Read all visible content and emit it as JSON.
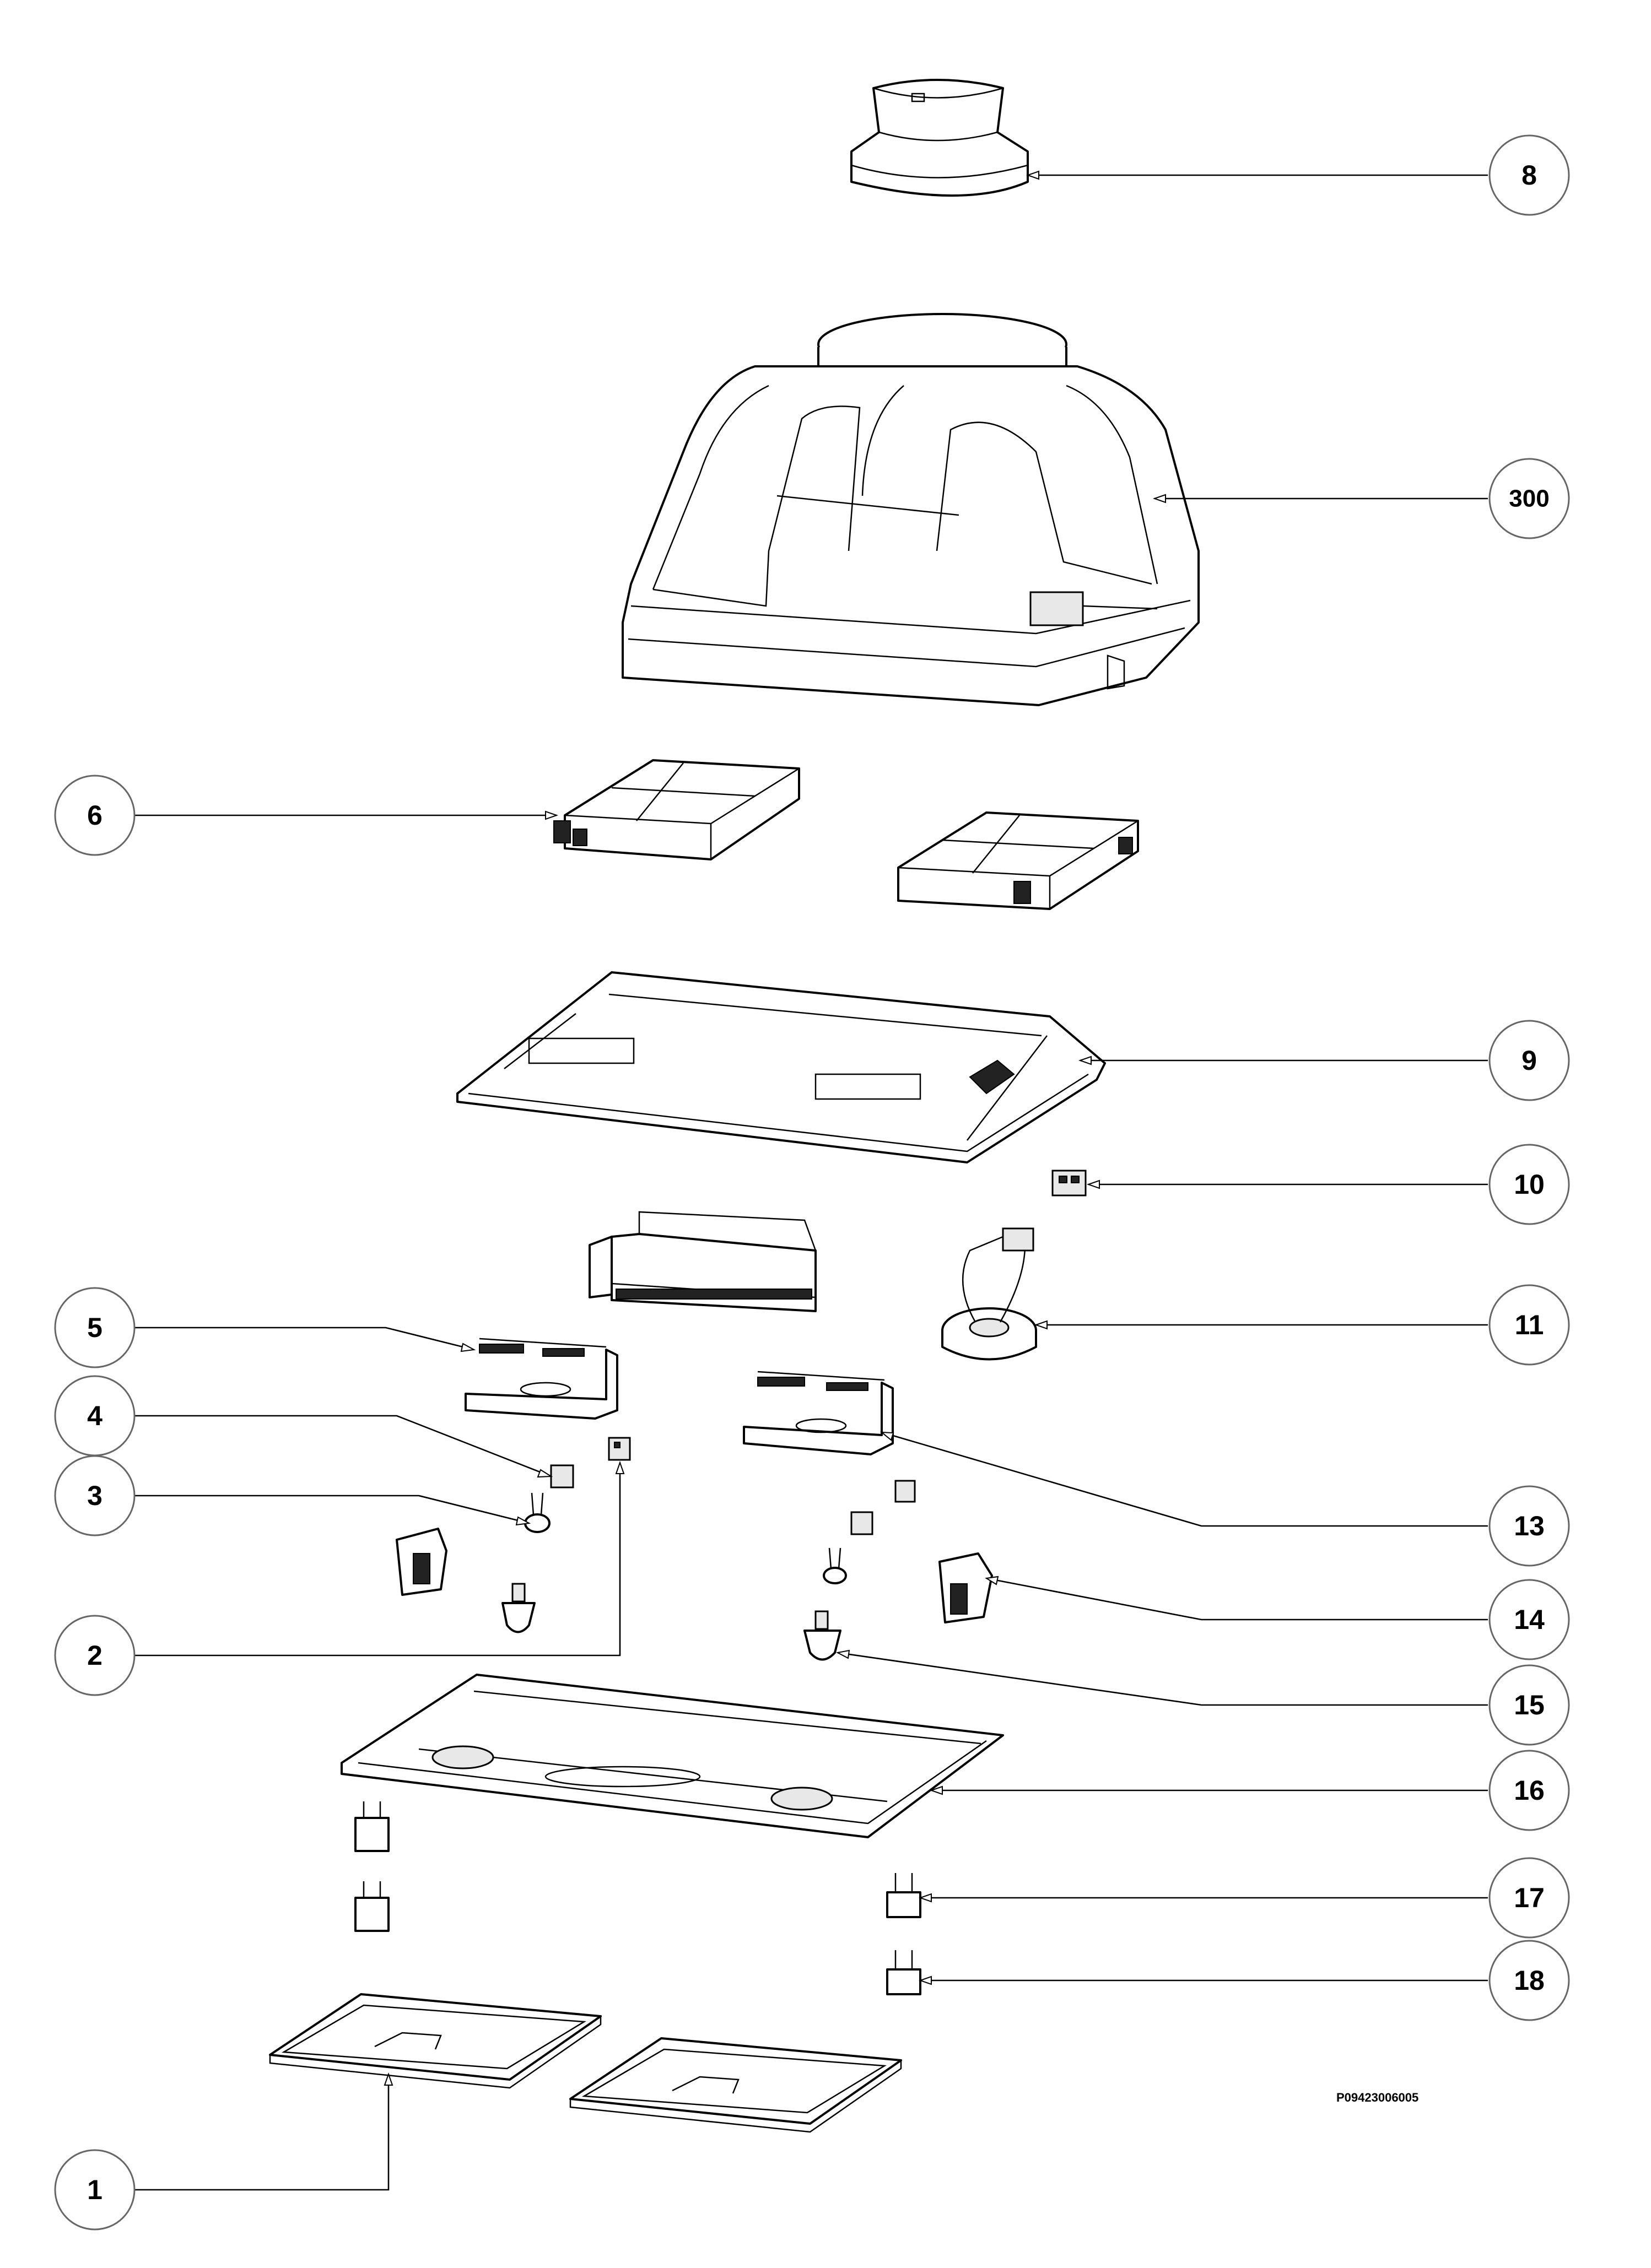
{
  "diagram": {
    "type": "exploded-parts-view",
    "drawing_code": "P09423006005",
    "callouts": [
      {
        "id": "c8",
        "label": "8"
      },
      {
        "id": "c300",
        "label": "300"
      },
      {
        "id": "c6",
        "label": "6"
      },
      {
        "id": "c9",
        "label": "9"
      },
      {
        "id": "c10",
        "label": "10"
      },
      {
        "id": "c11",
        "label": "11"
      },
      {
        "id": "c5",
        "label": "5"
      },
      {
        "id": "c4",
        "label": "4"
      },
      {
        "id": "c3",
        "label": "3"
      },
      {
        "id": "c13",
        "label": "13"
      },
      {
        "id": "c14",
        "label": "14"
      },
      {
        "id": "c2",
        "label": "2"
      },
      {
        "id": "c15",
        "label": "15"
      },
      {
        "id": "c16",
        "label": "16"
      },
      {
        "id": "c17",
        "label": "17"
      },
      {
        "id": "c18",
        "label": "18"
      },
      {
        "id": "c1",
        "label": "1"
      }
    ]
  }
}
